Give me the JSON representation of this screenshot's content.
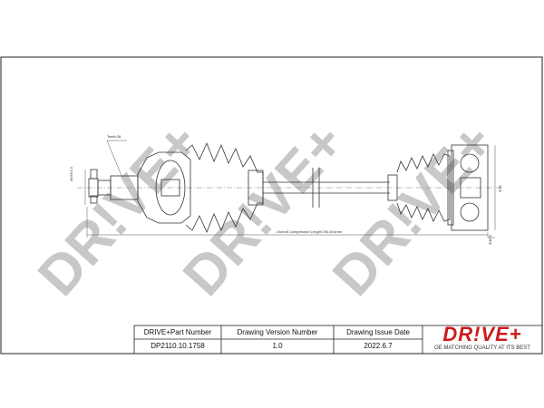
{
  "watermark": "DR!VE+",
  "annotations": {
    "teeth": "Teeth:36",
    "spline_dim": "M16X1.5",
    "length": "Overall  Compressed  Length:785.5±4mm",
    "outer_dim": "Φ78",
    "offset_dim": "Φ46.5"
  },
  "title_block": {
    "headers": [
      "DRIVE+Part Number",
      "Drawing Version Number",
      "Drawing Issue Date"
    ],
    "values": [
      "DP2110.10.1758",
      "1.0",
      "2022.6.7"
    ]
  },
  "brand": {
    "logo": "DR!VE+",
    "tagline": "OE MATCHING QUALITY AT ITS BEST",
    "color": "#cc1b1b"
  }
}
